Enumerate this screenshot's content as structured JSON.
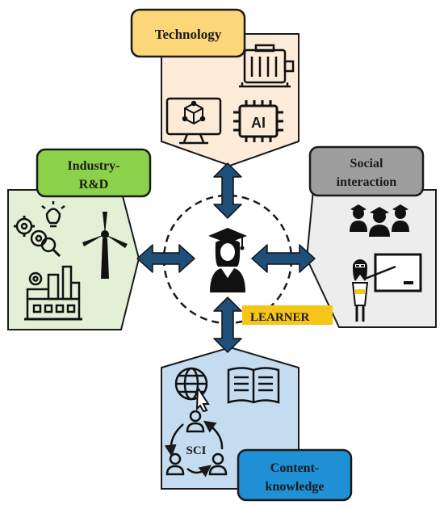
{
  "center": {
    "label": "LEARNER",
    "label_bg": "#f5c518"
  },
  "panels": {
    "technology": {
      "title": "Technology",
      "tab_color": "#fcd77a",
      "panel_color": "#fcebd9",
      "ai_text": "AI"
    },
    "social": {
      "title_line1": "Social",
      "title_line2": "interaction",
      "tab_color": "#9e9e9e",
      "panel_color": "#ededed"
    },
    "industry": {
      "title_line1": "Industry-",
      "title_line2": "R&D",
      "tab_color": "#8bd14a",
      "panel_color": "#e3f0d5"
    },
    "content": {
      "title_line1": "Content-",
      "title_line2": "knowledge",
      "tab_color": "#1f8fd6",
      "panel_color": "#c5dcf0",
      "sci_text": "SCI"
    }
  },
  "colors": {
    "arrow": "#1f4e79",
    "border": "#1a1a1a"
  },
  "icons": [
    "electric-motor-icon",
    "computer-cube-icon",
    "ai-chip-icon",
    "gears-lightbulb-icon",
    "wind-turbine-icon",
    "factory-icon",
    "graduates-icon",
    "teacher-board-icon",
    "learner-icon",
    "globe-cursor-icon",
    "open-book-icon",
    "collaboration-cycle-icon"
  ]
}
